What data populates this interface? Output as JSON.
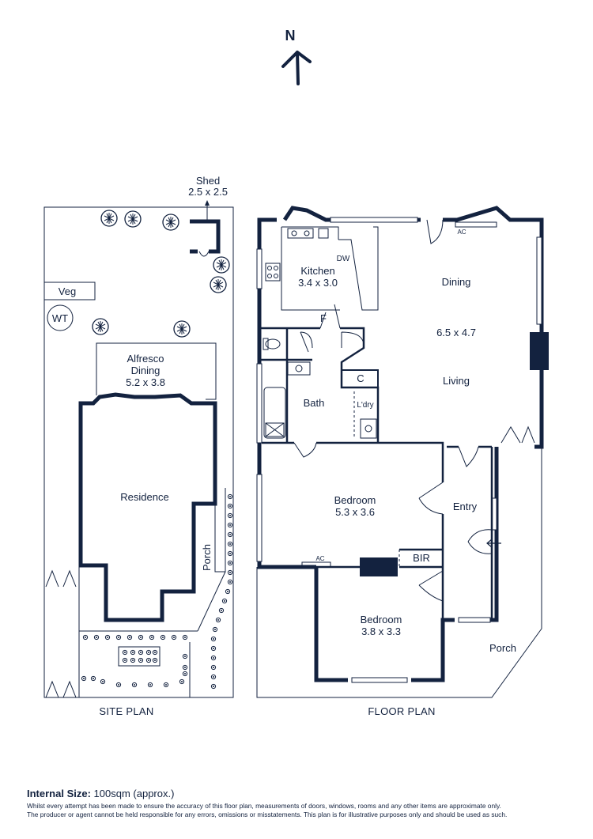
{
  "compass": {
    "label": "N"
  },
  "site_plan": {
    "caption": "SITE PLAN",
    "shed": {
      "name": "Shed",
      "size": "2.5 x 2.5"
    },
    "veg": "Veg",
    "wt": "WT",
    "alfresco": {
      "name": "Alfresco",
      "name2": "Dining",
      "size": "5.2 x 3.8"
    },
    "residence": "Residence",
    "porch": "Porch"
  },
  "floor_plan": {
    "caption": "FLOOR PLAN",
    "kitchen": {
      "name": "Kitchen",
      "size": "3.4 x 3.0"
    },
    "dw": "DW",
    "fridge": "F",
    "dining": "Dining",
    "living_size": "6.5 x 4.7",
    "living": "Living",
    "cupboard": "C",
    "laundry": "L'dry",
    "bath": "Bath",
    "bedroom1": {
      "name": "Bedroom",
      "size": "5.3 x 3.6"
    },
    "entry": "Entry",
    "bir": "BIR",
    "ac1": "AC",
    "ac2": "AC",
    "bedroom2": {
      "name": "Bedroom",
      "size": "3.8 x 3.3"
    },
    "porch": "Porch"
  },
  "footer": {
    "internal_size_label": "Internal Size:",
    "internal_size_value": "100sqm (approx.)",
    "disclaimer_1": "Whilst every attempt has been made to ensure the accuracy of this floor plan, measurements of doors, windows, rooms and any other items are approximate only.",
    "disclaimer_2": "The producer or agent cannot be held responsible for any errors, omissions or misstatements. This plan is for illustrative purposes only and should be used as such."
  },
  "colors": {
    "ink": "#13223f",
    "background": "#ffffff"
  }
}
